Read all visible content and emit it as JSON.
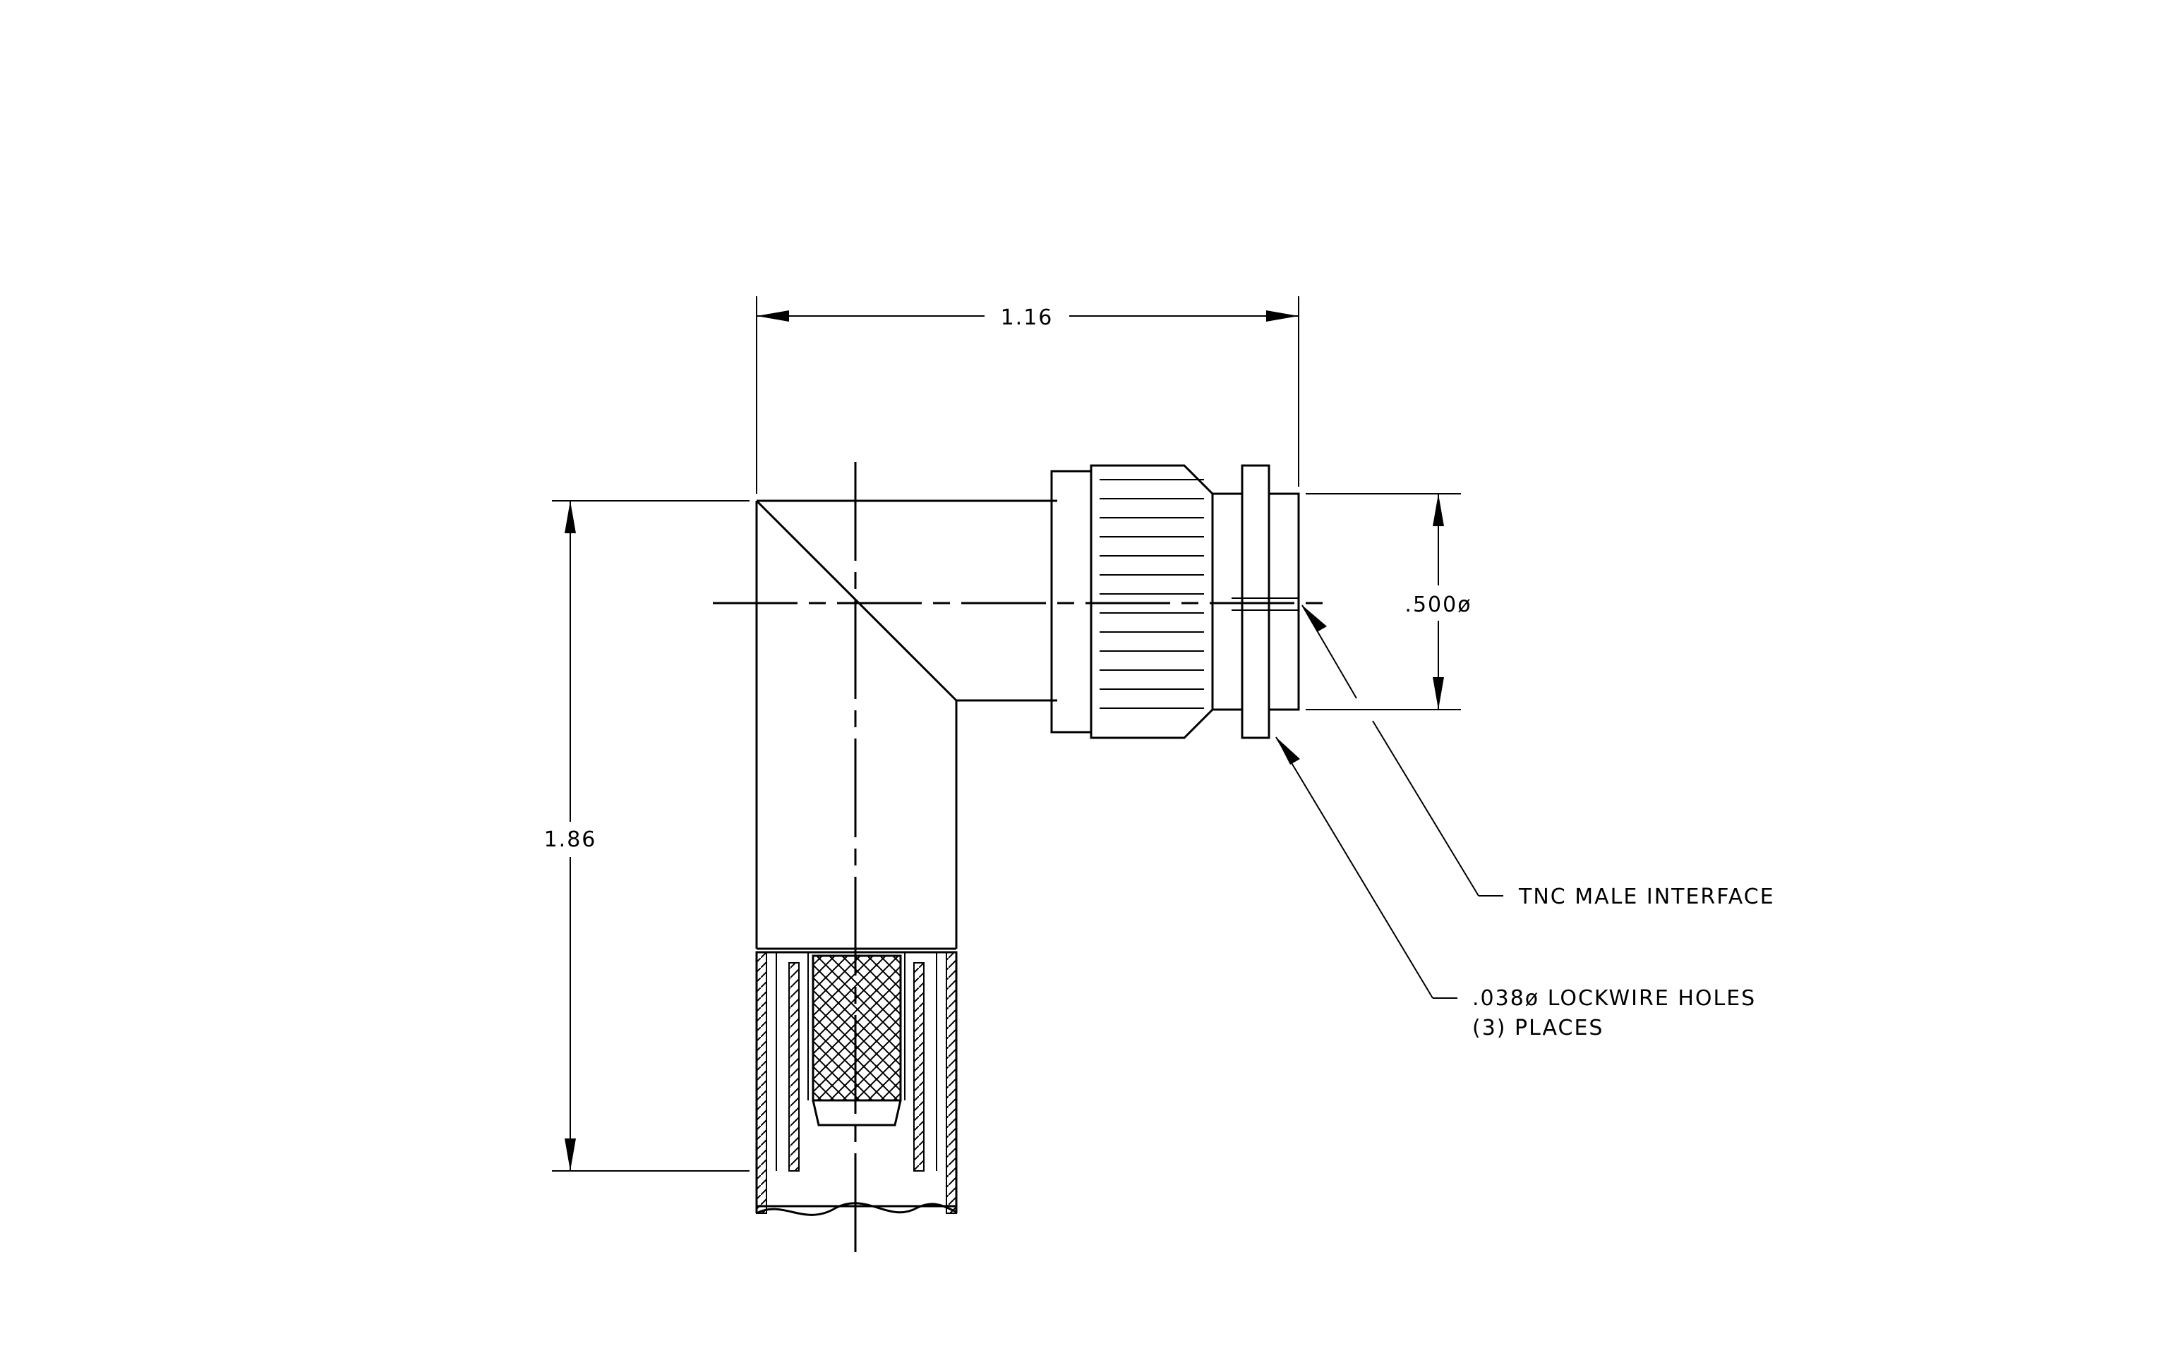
{
  "dimensions": {
    "width_label": "1.16",
    "height_label": "1.86",
    "diameter_label": ".500ø"
  },
  "callouts": {
    "interface": "TNC MALE INTERFACE",
    "lockwire_line1": ".038ø LOCKWIRE HOLES",
    "lockwire_line2": "(3)  PLACES"
  }
}
